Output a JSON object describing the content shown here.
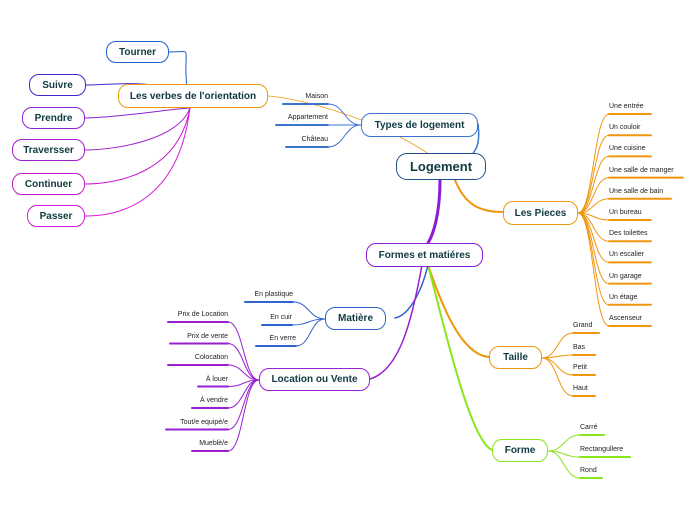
{
  "map": {
    "root": {
      "label": "Logement",
      "color": "#1f4e8c"
    },
    "branches": [
      {
        "id": "types",
        "label": "Types de logement",
        "color": "#3a74cf",
        "leaves": [
          "Maison",
          "Appartement",
          "Château"
        ]
      },
      {
        "id": "pieces",
        "label": "Les Pieces",
        "color": "#f0960e",
        "leaves": [
          "Une entrée",
          "Un couloir",
          "Une cuisine",
          "Une salle de manger",
          "Une salle de bain",
          "Un bureau",
          "Des toilettes",
          "Un escalier",
          "Un garage",
          "Un étage",
          "Ascenseur"
        ]
      },
      {
        "id": "formes",
        "label": "Formes et matiéres",
        "color": "#8a1bd8",
        "leaves": []
      },
      {
        "id": "matiere",
        "label": "Matière",
        "color": "#2f63c9",
        "leaves": [
          "En plastique",
          "En cuir",
          "En verre"
        ]
      },
      {
        "id": "location",
        "label": "Location ou Vente",
        "color": "#9a1fd0",
        "leaves": [
          "Prix de Location",
          "Prix de vente",
          "Colocation",
          "À louer",
          "À vendre",
          "Tout/e equipé/e",
          "Mueblè/e"
        ]
      },
      {
        "id": "taille",
        "label": "Taille",
        "color": "#f0960e",
        "leaves": [
          "Grand",
          "Bas",
          "Petit",
          "Haut"
        ]
      },
      {
        "id": "forme",
        "label": "Forme",
        "color": "#88e61c",
        "leaves": [
          "Carré",
          "Rectangullere",
          "Rond"
        ]
      },
      {
        "id": "verbes",
        "label": "Les verbes de l'orientation",
        "color": "#f0960e",
        "leaves": []
      }
    ],
    "verbs": [
      {
        "label": "Tourner",
        "color": "#1f5ec7"
      },
      {
        "label": "Suivre",
        "color": "#3a2bd0"
      },
      {
        "label": "Prendre",
        "color": "#8a22d0"
      },
      {
        "label": "Traversser",
        "color": "#a11dc9"
      },
      {
        "label": "Continuer",
        "color": "#c21ccb"
      },
      {
        "label": "Passer",
        "color": "#d61cd6"
      }
    ]
  }
}
